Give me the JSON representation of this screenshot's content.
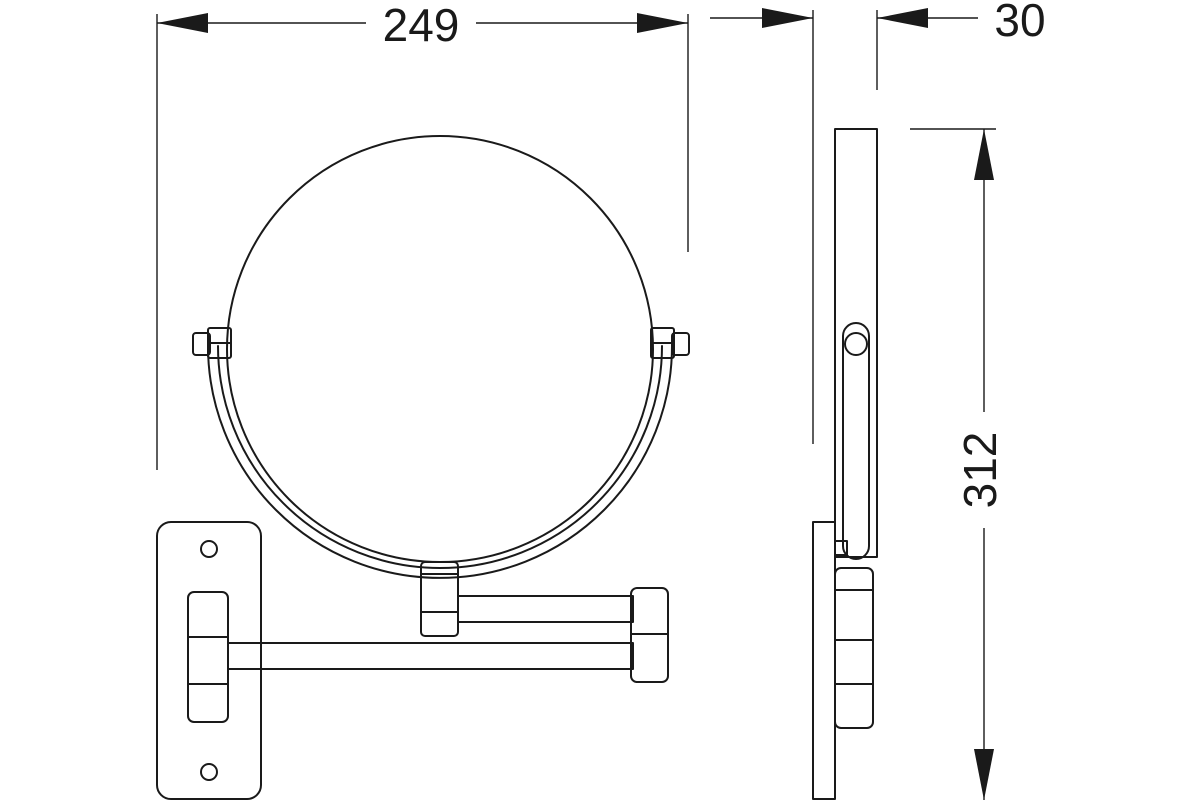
{
  "dimensions": {
    "width": "249",
    "depth": "30",
    "height": "312"
  },
  "colors": {
    "line": "#1a1a1a",
    "background": "#ffffff"
  }
}
